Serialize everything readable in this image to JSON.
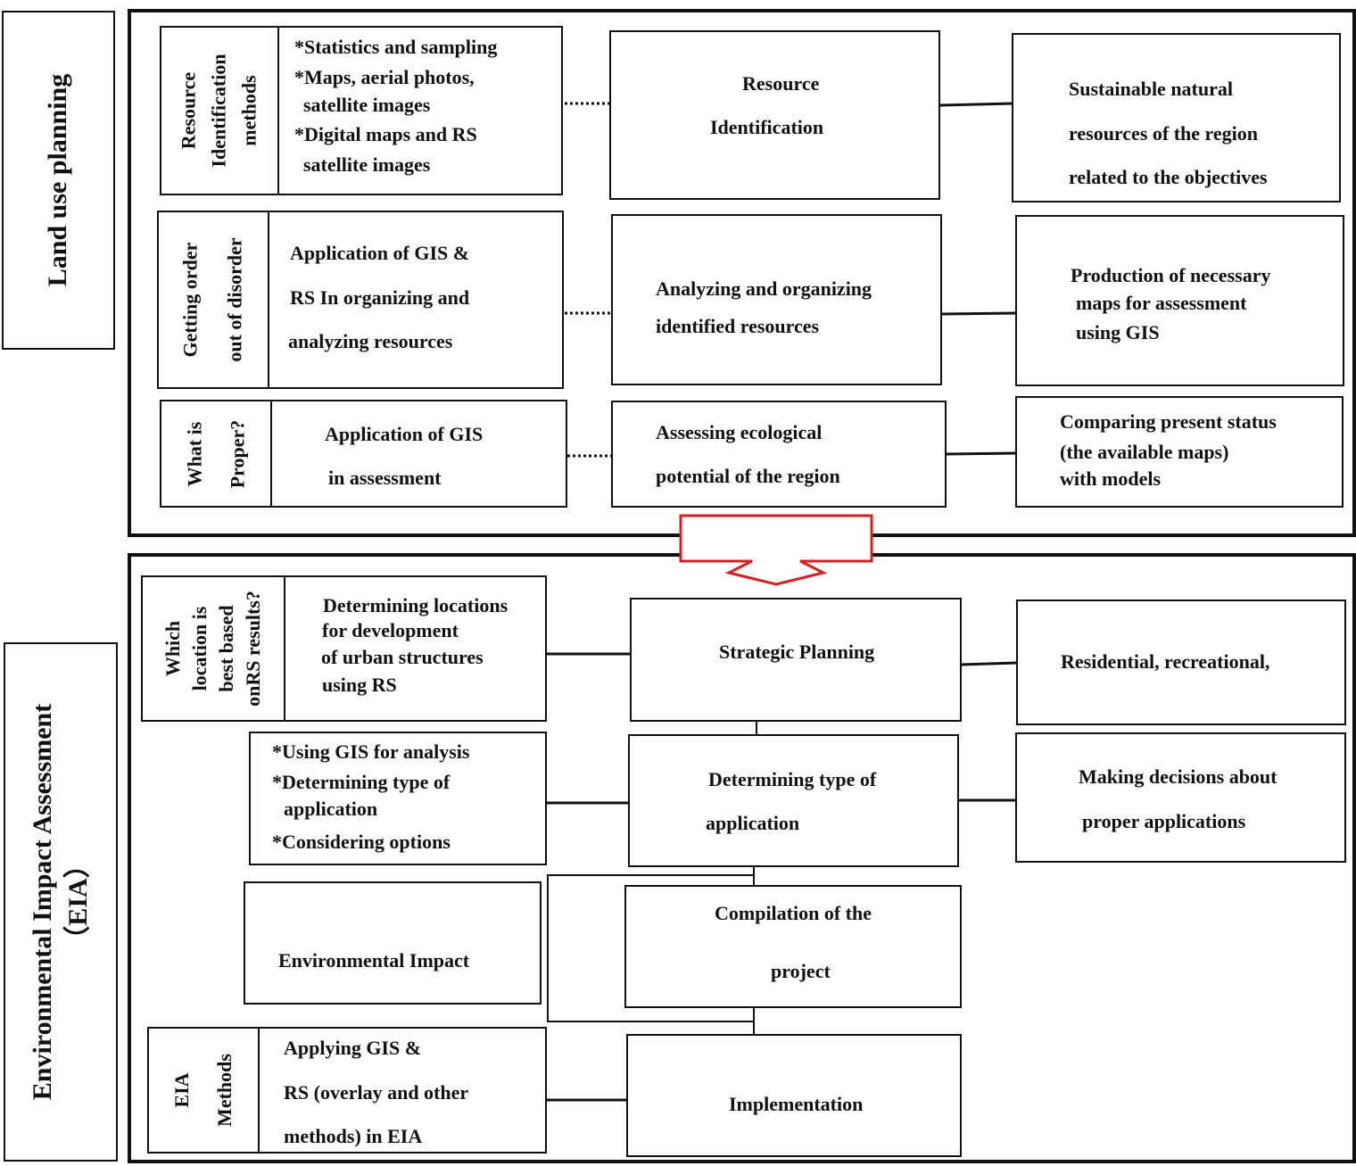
{
  "section_labels": {
    "land_use": "Land use planning",
    "eia_line1": "Environmental Impact Assessment",
    "eia_line2": "（EIA）"
  },
  "land_use": {
    "row1": {
      "category": [
        "Resource",
        "Identification",
        "methods"
      ],
      "methods": [
        "*Statistics and sampling",
        "*Maps, aerial photos,",
        "satellite images",
        "*Digital maps and RS",
        "satellite images"
      ],
      "step": [
        "Resource",
        "Identification"
      ],
      "outcome": [
        "Sustainable natural",
        "resources of the region",
        "related to the objectives"
      ]
    },
    "row2": {
      "category": [
        "Getting order",
        "out of disorder"
      ],
      "methods": [
        "Application of GIS &",
        "RS In organizing and",
        "analyzing resources"
      ],
      "step": [
        "Analyzing and organizing",
        "identified resources"
      ],
      "outcome": [
        "Production of necessary",
        "maps for assessment",
        "using GIS"
      ]
    },
    "row3": {
      "category": [
        "What is",
        "Proper?"
      ],
      "methods": [
        "Application of GIS",
        "in assessment"
      ],
      "step": [
        "Assessing ecological",
        "potential of the region"
      ],
      "outcome": [
        "Comparing present status",
        "(the available maps)",
        "with models"
      ]
    }
  },
  "eia": {
    "row1": {
      "category": [
        "Which",
        "location is",
        "best based",
        "onRS results?"
      ],
      "methods": [
        "Determining locations",
        "for development",
        "of urban structures",
        "using RS"
      ],
      "step": "Strategic Planning",
      "outcome": "Residential, recreational,"
    },
    "row2": {
      "methods": [
        "*Using GIS for analysis",
        "*Determining type of",
        "application",
        "*Considering options"
      ],
      "step": [
        "Determining type of",
        "application"
      ],
      "outcome": [
        "Making decisions about",
        "proper applications"
      ]
    },
    "row3": {
      "impact": "Environmental Impact",
      "step": [
        "Compilation of the",
        "project"
      ]
    },
    "row4": {
      "category": [
        "EIA",
        "Methods"
      ],
      "methods": [
        "Applying GIS &",
        "RS (overlay and other",
        "methods) in EIA"
      ],
      "step": "Implementation"
    }
  },
  "colors": {
    "arrow": "#d42020",
    "line": "#111111"
  }
}
